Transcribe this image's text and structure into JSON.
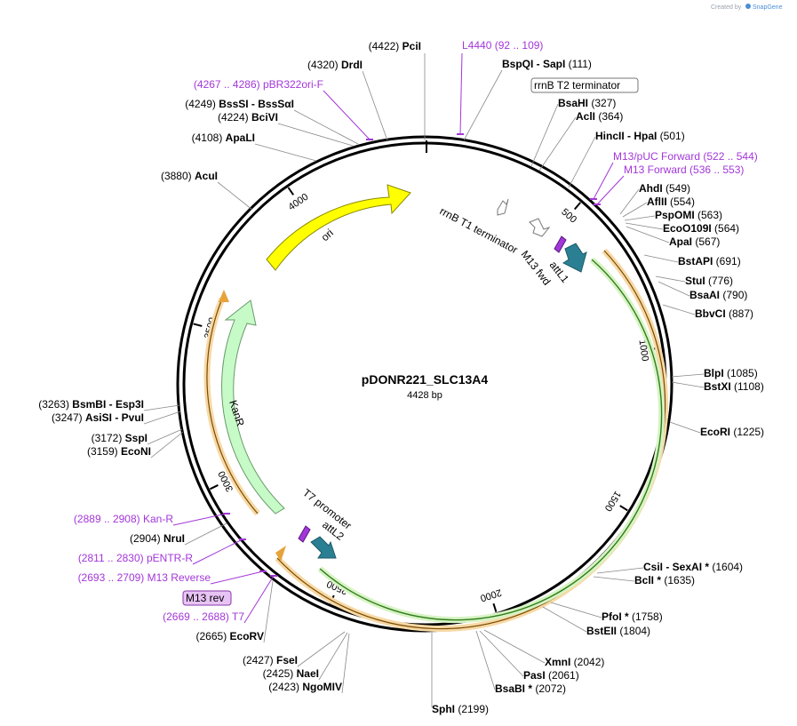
{
  "credit": {
    "prefix": "Created by",
    "brand": "SnapGene"
  },
  "plasmid": {
    "name": "pDONR221_SLC13A4",
    "length": "4428 bp"
  },
  "ticks": [
    "500",
    "1000",
    "1500",
    "2000",
    "2500",
    "3000",
    "3500",
    "4000"
  ],
  "enzymes": [
    {
      "name": "PciI",
      "pos": "(4422)"
    },
    {
      "name": "DrdI",
      "pos": "(4320)"
    },
    {
      "name": "BssSI  -  BssSαI",
      "pos": "(4249)"
    },
    {
      "name": "BciVI",
      "pos": "(4224)"
    },
    {
      "name": "ApaLI",
      "pos": "(4108)"
    },
    {
      "name": "AcuI",
      "pos": "(3880)"
    },
    {
      "name": "BsmBI  -  Esp3I",
      "pos": "(3263)"
    },
    {
      "name": "AsiSI  -  PvuI",
      "pos": "(3247)"
    },
    {
      "name": "SspI",
      "pos": "(3172)"
    },
    {
      "name": "EcoNI",
      "pos": "(3159)"
    },
    {
      "name": "NruI",
      "pos": "(2904)"
    },
    {
      "name": "EcoRV",
      "pos": "(2665)"
    },
    {
      "name": "FseI",
      "pos": "(2427)"
    },
    {
      "name": "NaeI",
      "pos": "(2425)"
    },
    {
      "name": "NgoMIV",
      "pos": "(2423)"
    },
    {
      "name": "SphI",
      "pos": "(2199)"
    },
    {
      "name": "BsaBI *",
      "pos": "(2072)"
    },
    {
      "name": "PasI",
      "pos": "(2061)"
    },
    {
      "name": "XmnI",
      "pos": "(2042)"
    },
    {
      "name": "BstEII",
      "pos": "(1804)"
    },
    {
      "name": "PfoI *",
      "pos": "(1758)"
    },
    {
      "name": "BclI *",
      "pos": "(1635)"
    },
    {
      "name": "CsiI  -  SexAI *",
      "pos": "(1604)"
    },
    {
      "name": "EcoRI",
      "pos": "(1225)"
    },
    {
      "name": "BstXI",
      "pos": "(1108)"
    },
    {
      "name": "BlpI",
      "pos": "(1085)"
    },
    {
      "name": "BbvCI",
      "pos": "(887)"
    },
    {
      "name": "BsaAI",
      "pos": "(790)"
    },
    {
      "name": "StuI",
      "pos": "(776)"
    },
    {
      "name": "BstAPI",
      "pos": "(691)"
    },
    {
      "name": "ApaI",
      "pos": "(567)"
    },
    {
      "name": "EcoO109I",
      "pos": "(564)"
    },
    {
      "name": "PspOMI",
      "pos": "(563)"
    },
    {
      "name": "AflII",
      "pos": "(554)"
    },
    {
      "name": "AhdI",
      "pos": "(549)"
    },
    {
      "name": "HincII  -  HpaI",
      "pos": "(501)"
    },
    {
      "name": "AclI",
      "pos": "(364)"
    },
    {
      "name": "BsaHI",
      "pos": "(327)"
    },
    {
      "name": "BspQI  -  SapI",
      "pos": "(111)"
    }
  ],
  "primers": [
    {
      "name": "L4440",
      "range": "(92 .. 109)"
    },
    {
      "name": "pBR322ori-F",
      "range": "(4267 .. 4286)"
    },
    {
      "name": "M13/pUC Forward",
      "range": "(522 .. 544)"
    },
    {
      "name": "M13 Forward",
      "range": "(536 .. 553)"
    },
    {
      "name": "Kan-R",
      "range": "(2889 .. 2908)"
    },
    {
      "name": "pENTR-R",
      "range": "(2811 .. 2830)"
    },
    {
      "name": "M13 Reverse",
      "range": "(2693 .. 2709)"
    },
    {
      "name": "T7",
      "range": "(2669 .. 2688)"
    }
  ],
  "features": {
    "rrnb_t2": "rrnB T2 terminator",
    "rrnb_t1": "rrnB T1 terminator",
    "m13_fwd": "M13 fwd",
    "attl1": "attL1",
    "ori": "ori",
    "kanr": "KanR",
    "t7_promoter": "T7 promoter",
    "attl2": "attL2",
    "m13_rev": "M13 rev"
  },
  "colors": {
    "ori": "#ffff00",
    "kanr": "#c6fbc8",
    "attl": "#2b7f93",
    "insert_green": "#3aa02a",
    "orange": "#e6a33a",
    "primer": "#a336d9",
    "m13rev_fill": "#e8c3f5"
  }
}
